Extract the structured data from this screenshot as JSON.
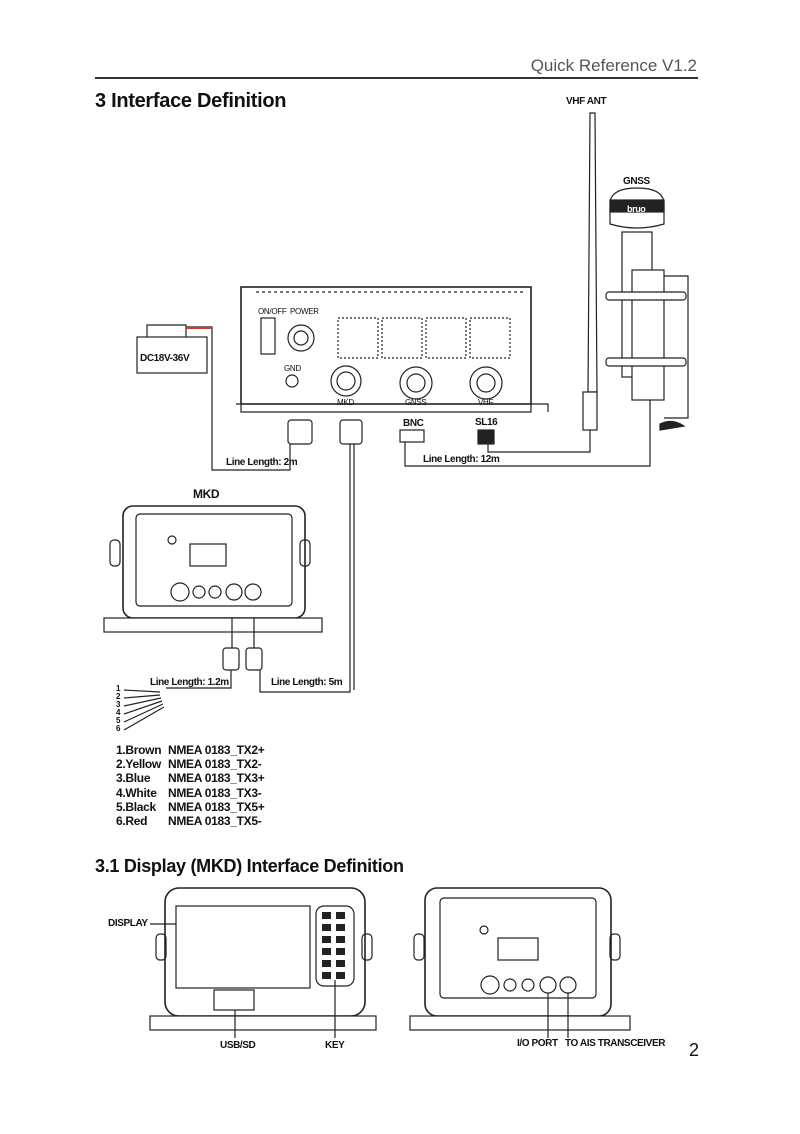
{
  "header": {
    "title": "Quick Reference V1.2"
  },
  "section": {
    "title": "3  Interface Definition"
  },
  "subsection": {
    "title": "3.1 Display (MKD) Interface Definition"
  },
  "diagram": {
    "vhf_ant": "VHF ANT",
    "gnss_top": "GNSS",
    "gnss_brand": "bruo",
    "battery": "DC18V-36V",
    "on_off": "ON/OFF",
    "power": "POWER",
    "gnd": "GND",
    "mkd_port": "MKD",
    "gnss_port": "GNSS",
    "vhf_port": "VHF",
    "bnc": "BNC",
    "sl16": "SL16",
    "len_2m": "Line Length: 2m",
    "len_12m": "Line Length: 12m",
    "mkd_title": "MKD",
    "len_1_2m": "Line Length: 1.2m",
    "len_5m": "Line Length: 5m",
    "pins": [
      "1",
      "2",
      "3",
      "4",
      "5",
      "6"
    ]
  },
  "wires": [
    {
      "color": "1.Brown",
      "signal": "NMEA 0183_TX2+"
    },
    {
      "color": "2.Yellow",
      "signal": "NMEA 0183_TX2-"
    },
    {
      "color": "3.Blue",
      "signal": "NMEA 0183_TX3+"
    },
    {
      "color": "4.White",
      "signal": "NMEA 0183_TX3-"
    },
    {
      "color": "5.Black",
      "signal": "NMEA 0183_TX5+"
    },
    {
      "color": "6.Red",
      "signal": "NMEA 0183_TX5-"
    }
  ],
  "mkd_labels": {
    "display": "DISPLAY",
    "usb_sd": "USB/SD",
    "key": "KEY",
    "io_port": "I/O PORT",
    "to_ais": "TO AIS TRANSCEIVER"
  },
  "page_number": "2"
}
